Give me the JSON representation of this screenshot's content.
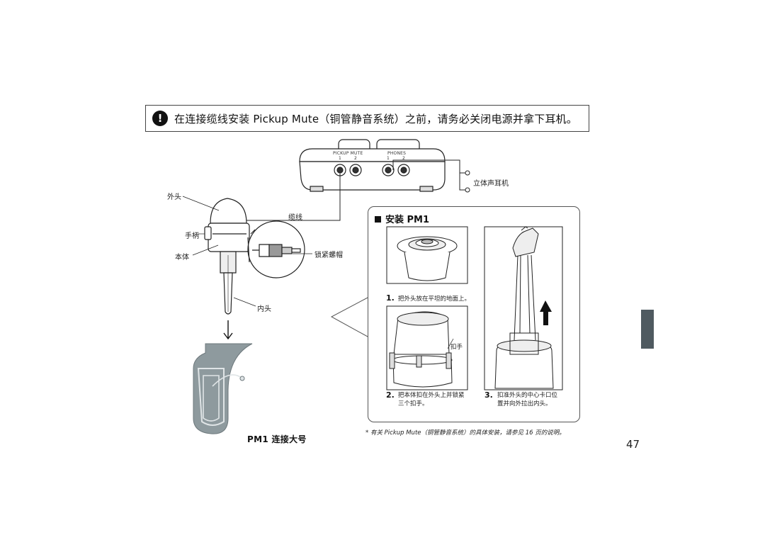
{
  "warning": {
    "icon": "!",
    "text": "在连接缆线安装 Pickup Mute（铜管静音系统）之前，请务必关闭电源并拿下耳机。"
  },
  "device": {
    "pickup_mute_label": "PICKUP MUTE",
    "pickup_port_1": "1",
    "pickup_port_2": "2",
    "phones_label": "PHONES",
    "phones_port_1": "1",
    "phones_port_2": "2"
  },
  "labels": {
    "stereo_headphones": "立体声耳机",
    "outer_head": "外头",
    "cable": "缆线",
    "handle": "手柄",
    "body": "本体",
    "lock_nut": "锁紧螺帽",
    "inner_head": "内头",
    "pm1_tuba": "PM1 连接大号"
  },
  "install": {
    "title": "安装 PM1",
    "steps": [
      {
        "num": "1.",
        "text": "把外头放在平坦的地面上。"
      },
      {
        "num": "2.",
        "text_line1": "把本体扣在外头上并锁紧",
        "text_line2": "三个扣手。"
      },
      {
        "num": "3.",
        "text_line1": "扣准外头的中心卡口位",
        "text_line2": "置并向外拉出内头。"
      }
    ],
    "clasp_label": "扣手"
  },
  "footnote": "* 有关 Pickup Mute（铜管静音系统）的具体安装，请参见 16 页的说明。",
  "page_number": "47",
  "colors": {
    "tab_marker": "#4f5a60",
    "tuba_fill": "#8e9a9e"
  }
}
